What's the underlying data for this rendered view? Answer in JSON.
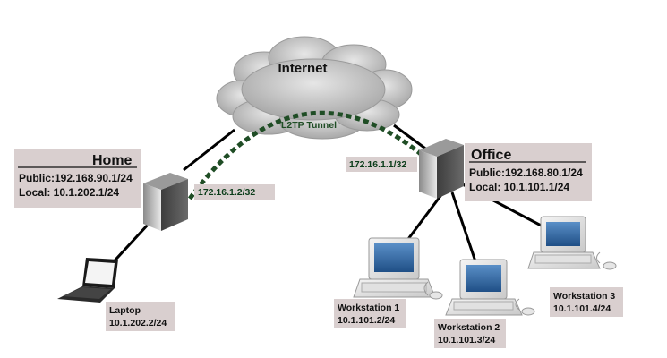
{
  "cloud": {
    "title": "Internet"
  },
  "tunnel": {
    "label": "L2TP Tunnel"
  },
  "home": {
    "title": "Home",
    "public": "Public:192.168.90.1/24",
    "local": "Local: 10.1.202.1/24",
    "tunnel_ip": "172.16.1.2/32"
  },
  "office": {
    "title": "Office",
    "public": "Public:192.168.80.1/24",
    "local": "Local: 10.1.101.1/24",
    "tunnel_ip": "172.16.1.1/32"
  },
  "laptop": {
    "name": "Laptop",
    "ip": "10.1.202.2/24"
  },
  "workstations": [
    {
      "name": "Workstation 1",
      "ip": "10.1.101.2/24"
    },
    {
      "name": "Workstation 2",
      "ip": "10.1.101.3/24"
    },
    {
      "name": "Workstation 3",
      "ip": "10.1.101.4/24"
    }
  ],
  "colors": {
    "label_box": "#d9cfcf",
    "tunnel": "#1f4d25",
    "router": "#4a4a4a",
    "cloud": "#c9c9c9",
    "screen": "#3a6ea5"
  }
}
